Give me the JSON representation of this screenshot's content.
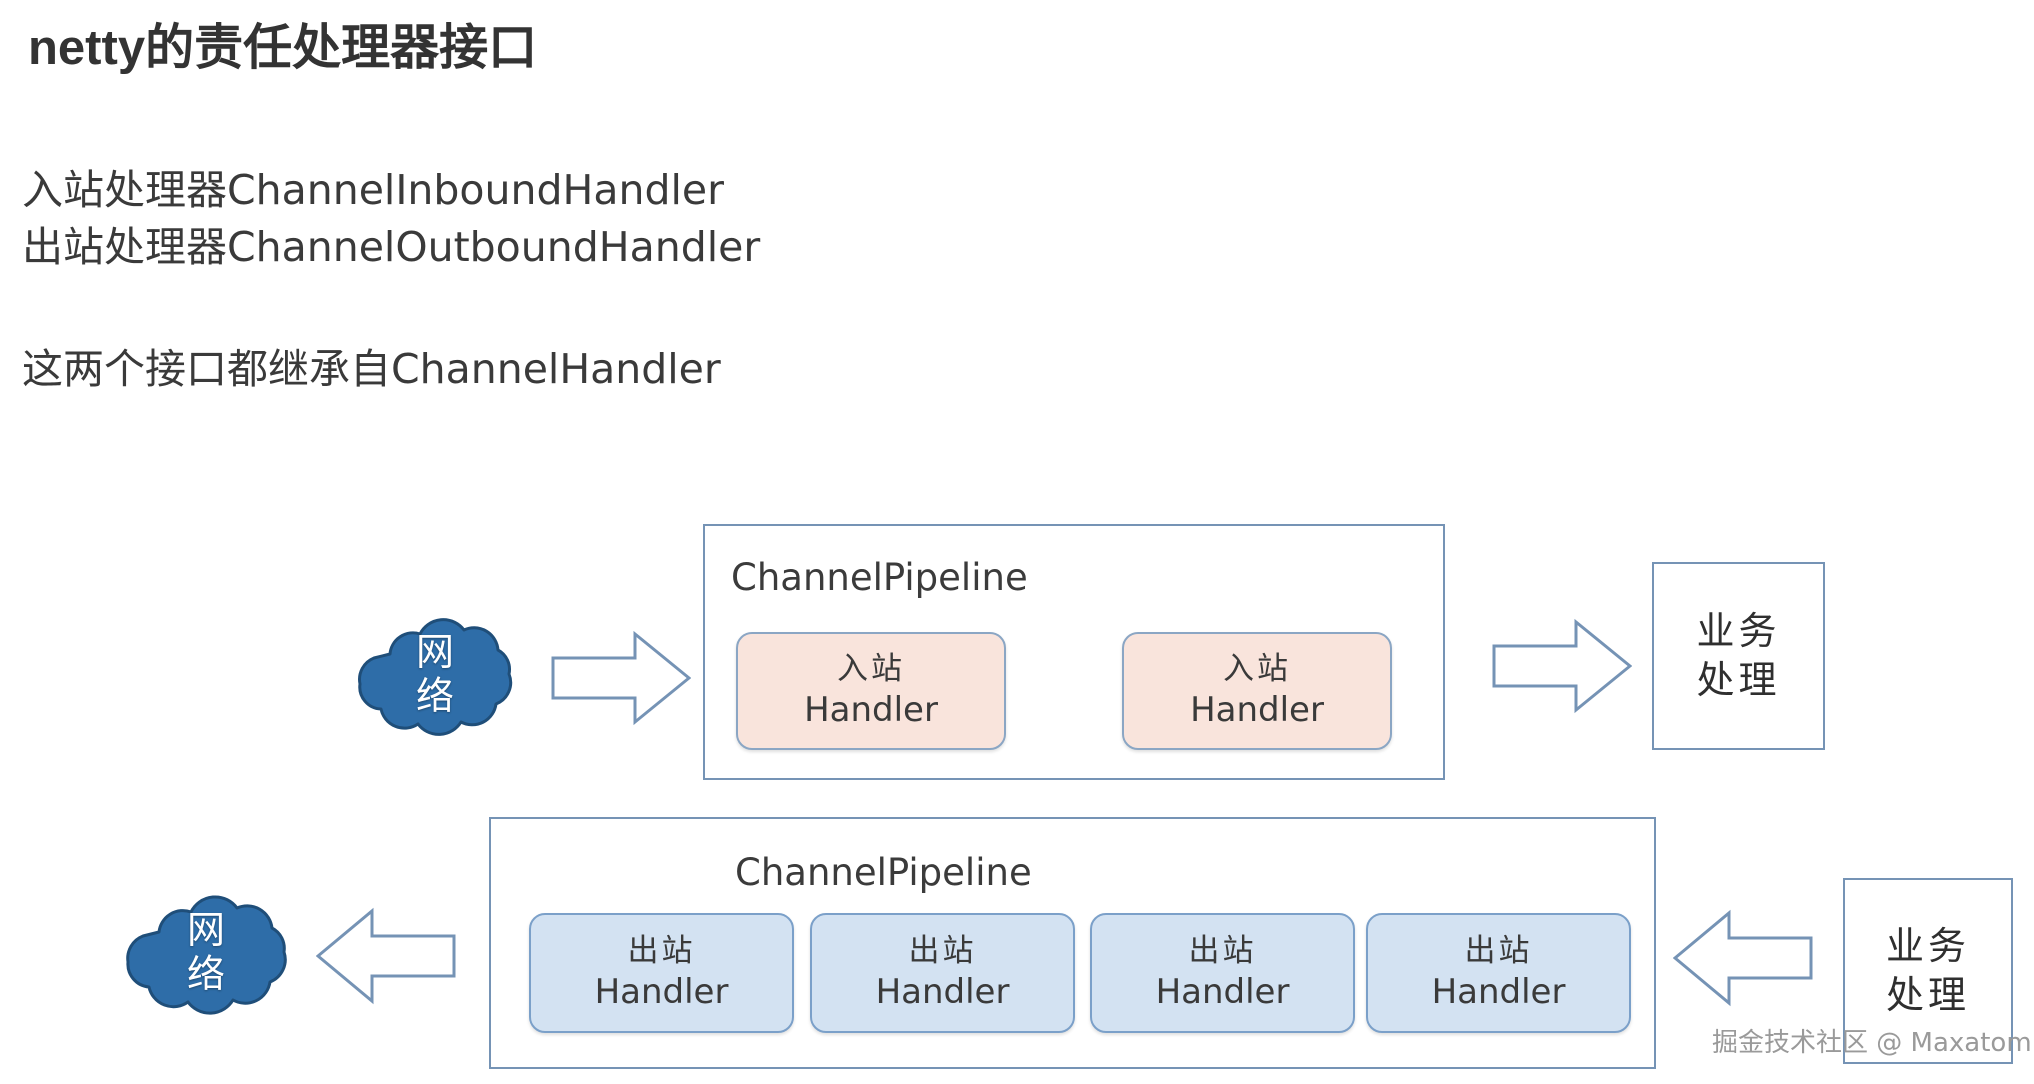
{
  "page": {
    "title": "netty的责任处理器接口",
    "paragraphs": [
      "入站处理器ChannelInboundHandler",
      "出站处理器ChannelOutboundHandler",
      "这两个接口都继承自ChannelHandler"
    ],
    "watermark": "掘金技术社区 @ Maxatom"
  },
  "colors": {
    "box_border": "#7593b5",
    "inbound_fill": "#f9e4dc",
    "inbound_border": "#8ba6c4",
    "outbound_fill": "#d3e2f2",
    "outbound_border": "#7ba0c9",
    "cloud_fill": "#2e6da8",
    "cloud_stroke": "#1f4e79",
    "arrow_stroke": "#7593b5",
    "text": "#3a3a3a"
  },
  "diagram": {
    "inbound_flow": {
      "network_cloud": {
        "line1": "网",
        "line2": "络"
      },
      "arrow_in": "arrow-right-icon",
      "pipeline": {
        "label": "ChannelPipeline",
        "handlers": [
          {
            "cn": "入站",
            "en": "Handler"
          },
          {
            "cn": "入站",
            "en": "Handler"
          }
        ]
      },
      "arrow_out": "arrow-right-icon",
      "business": {
        "line1": "业务",
        "line2": "处理"
      }
    },
    "outbound_flow": {
      "network_cloud": {
        "line1": "网",
        "line2": "络"
      },
      "arrow_out": "arrow-left-icon",
      "pipeline": {
        "label": "ChannelPipeline",
        "handlers": [
          {
            "cn": "出站",
            "en": "Handler"
          },
          {
            "cn": "出站",
            "en": "Handler"
          },
          {
            "cn": "出站",
            "en": "Handler"
          },
          {
            "cn": "出站",
            "en": "Handler"
          }
        ]
      },
      "arrow_in": "arrow-left-icon",
      "business": {
        "line1": "业务",
        "line2": "处理"
      }
    }
  }
}
